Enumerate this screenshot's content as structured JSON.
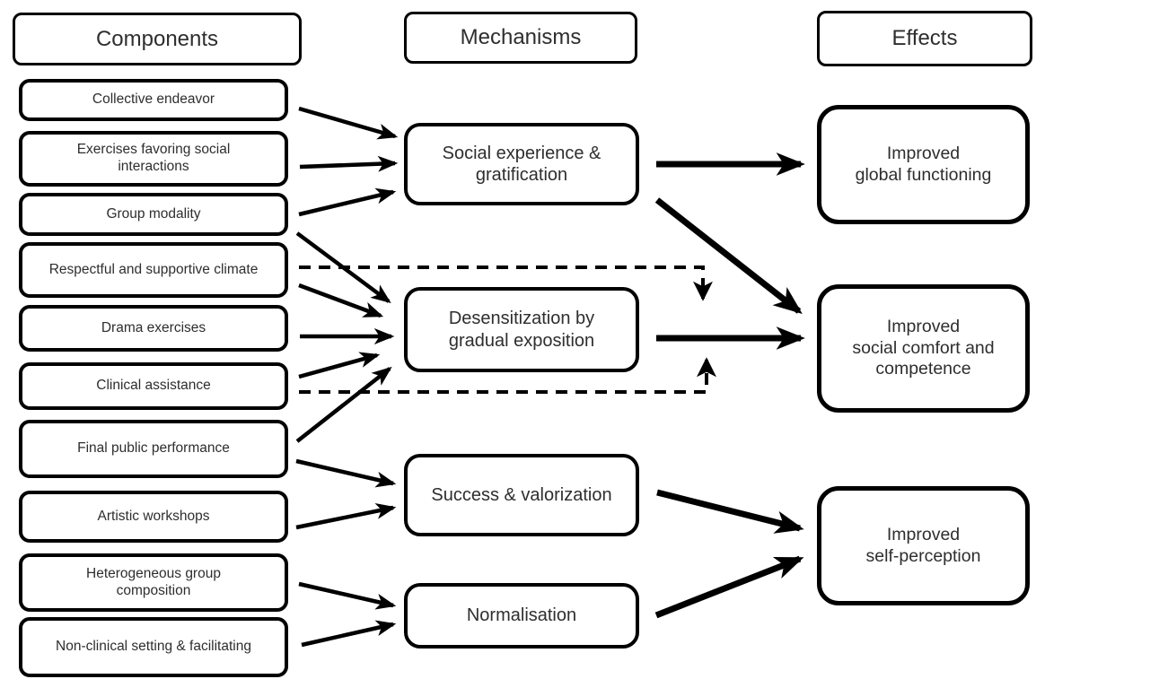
{
  "headers": {
    "components": "Components",
    "mechanisms": "Mechanisms",
    "effects": "Effects"
  },
  "components": [
    {
      "id": "collective-endeavor",
      "label": "Collective endeavor"
    },
    {
      "id": "exercises-favoring-social-interactions",
      "label": "Exercises favoring social\ninteractions"
    },
    {
      "id": "group-modality",
      "label": "Group modality"
    },
    {
      "id": "respectful-and-supportive-climate",
      "label": "Respectful and supportive climate"
    },
    {
      "id": "drama-exercises",
      "label": "Drama exercises"
    },
    {
      "id": "clinical-assistance",
      "label": "Clinical assistance"
    },
    {
      "id": "final-public-performance",
      "label": "Final public performance"
    },
    {
      "id": "artistic-workshops",
      "label": "Artistic workshops"
    },
    {
      "id": "heterogeneous-group-composition",
      "label": "Heterogeneous group\ncomposition"
    },
    {
      "id": "non-clinical-setting-facilitating",
      "label": "Non-clinical setting & facilitating"
    }
  ],
  "mechanisms": [
    {
      "id": "social-experience-gratification",
      "label": "Social experience &\ngratification"
    },
    {
      "id": "desensitization-gradual-exposition",
      "label": "Desensitization by\ngradual exposition"
    },
    {
      "id": "success-valorization",
      "label": "Success & valorization"
    },
    {
      "id": "normalisation",
      "label": "Normalisation"
    }
  ],
  "effects": [
    {
      "id": "improved-global-functioning",
      "label": "Improved\nglobal functioning"
    },
    {
      "id": "improved-social-comfort-competence",
      "label": "Improved\nsocial comfort and\ncompetence"
    },
    {
      "id": "improved-self-perception",
      "label": "Improved\nself-perception"
    }
  ],
  "connections": {
    "solid": [
      {
        "from": "collective-endeavor",
        "to": "social-experience-gratification"
      },
      {
        "from": "exercises-favoring-social-interactions",
        "to": "social-experience-gratification"
      },
      {
        "from": "group-modality",
        "to": "social-experience-gratification"
      },
      {
        "from": "group-modality",
        "to": "desensitization-gradual-exposition"
      },
      {
        "from": "respectful-and-supportive-climate",
        "to": "desensitization-gradual-exposition"
      },
      {
        "from": "drama-exercises",
        "to": "desensitization-gradual-exposition"
      },
      {
        "from": "clinical-assistance",
        "to": "desensitization-gradual-exposition"
      },
      {
        "from": "final-public-performance",
        "to": "desensitization-gradual-exposition"
      },
      {
        "from": "final-public-performance",
        "to": "success-valorization"
      },
      {
        "from": "artistic-workshops",
        "to": "success-valorization"
      },
      {
        "from": "heterogeneous-group-composition",
        "to": "normalisation"
      },
      {
        "from": "non-clinical-setting-facilitating",
        "to": "normalisation"
      }
    ],
    "bold": [
      {
        "from": "social-experience-gratification",
        "to": "improved-global-functioning"
      },
      {
        "from": "social-experience-gratification",
        "to": "improved-social-comfort-competence"
      },
      {
        "from": "desensitization-gradual-exposition",
        "to": "improved-social-comfort-competence"
      },
      {
        "from": "success-valorization",
        "to": "improved-self-perception"
      },
      {
        "from": "normalisation",
        "to": "improved-self-perception"
      }
    ],
    "dashed_moderators": [
      {
        "from": "respectful-and-supportive-climate",
        "to": "arrow desensitization-to-improved-social-comfort"
      },
      {
        "from": "clinical-assistance",
        "to": "arrow desensitization-to-improved-social-comfort"
      }
    ]
  },
  "colors": {
    "line": "#000000",
    "text": "#2e2e2e",
    "background": "#ffffff",
    "box_fill": "#ffffff"
  }
}
